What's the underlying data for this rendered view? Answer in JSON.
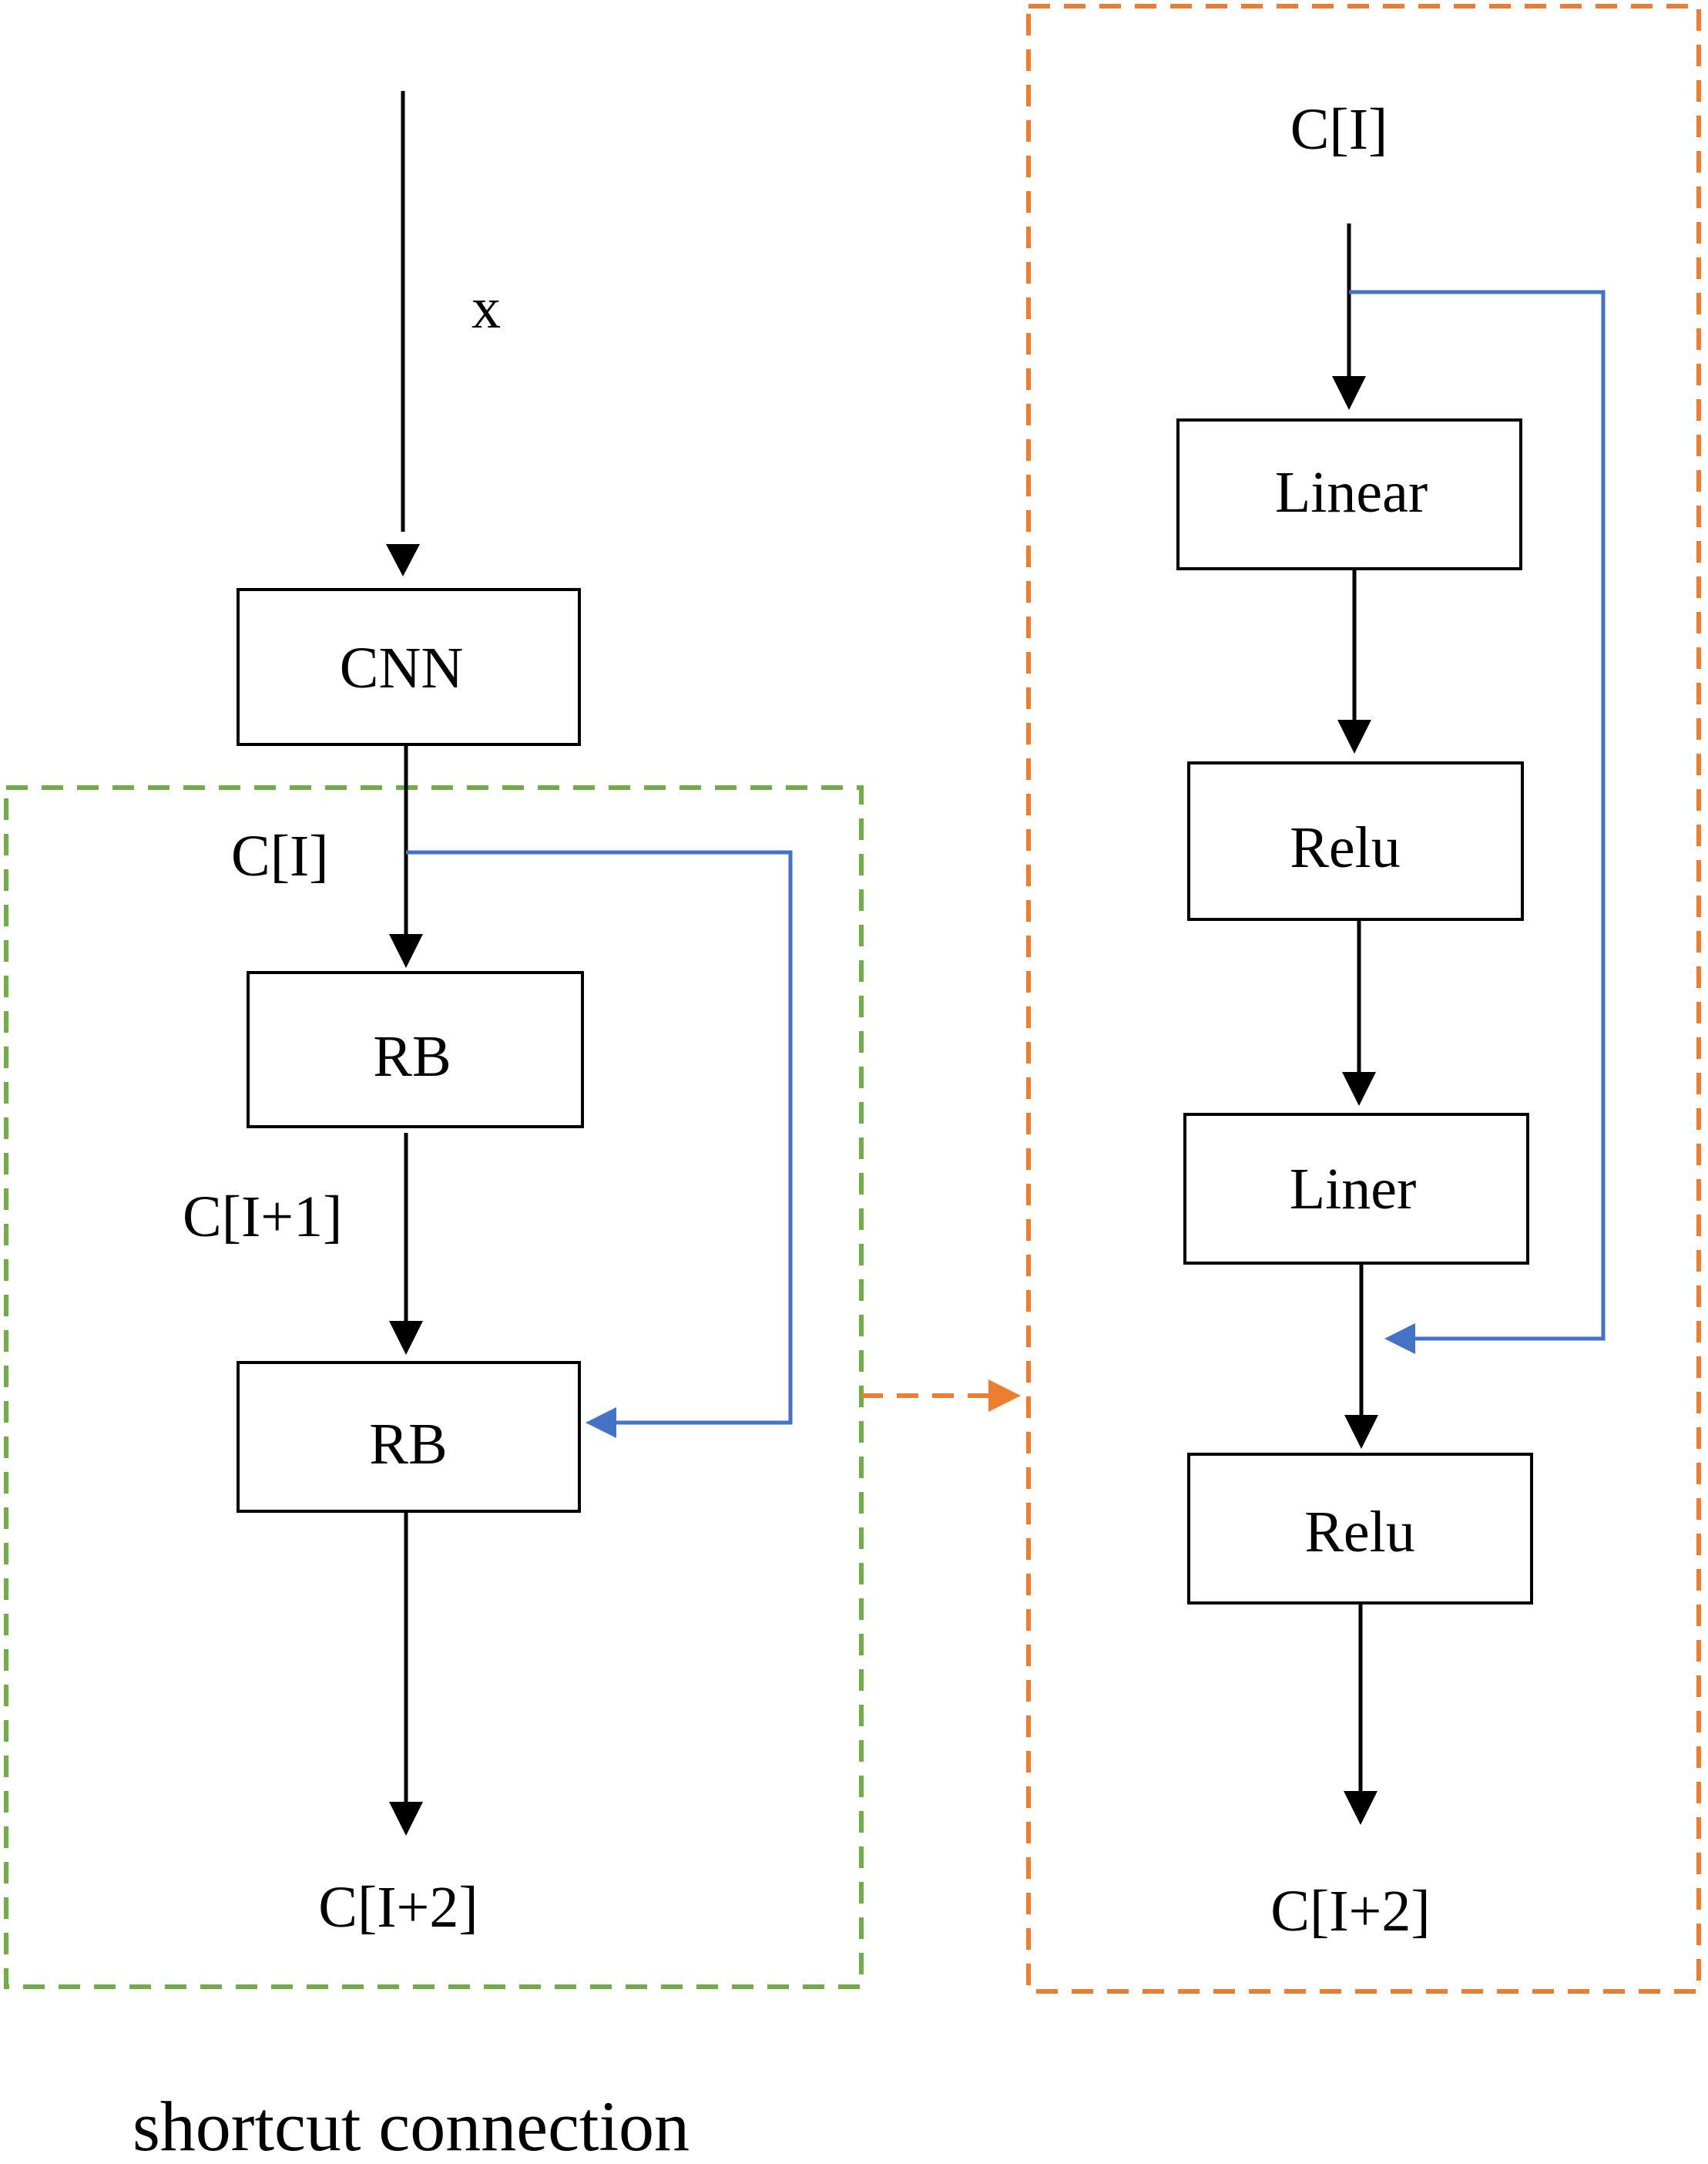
{
  "input_label": "x",
  "left_panel": {
    "cnn_label": "CNN",
    "rb1_label": "RB",
    "rb2_label": "RB",
    "c_i_label": "C[I]",
    "c_i1_label": "C[I+1]",
    "c_i2_label": "C[I+2]",
    "border_color": "#70AD47"
  },
  "right_panel": {
    "c_i_label": "C[I]",
    "linear_label": "Linear",
    "relu1_label": "Relu",
    "liner_label": "Liner",
    "relu2_label": "Relu",
    "c_i2_label": "C[I+2]",
    "border_color": "#ED7D31"
  },
  "shortcut_color": "#4472C4",
  "caption": "shortcut connection"
}
